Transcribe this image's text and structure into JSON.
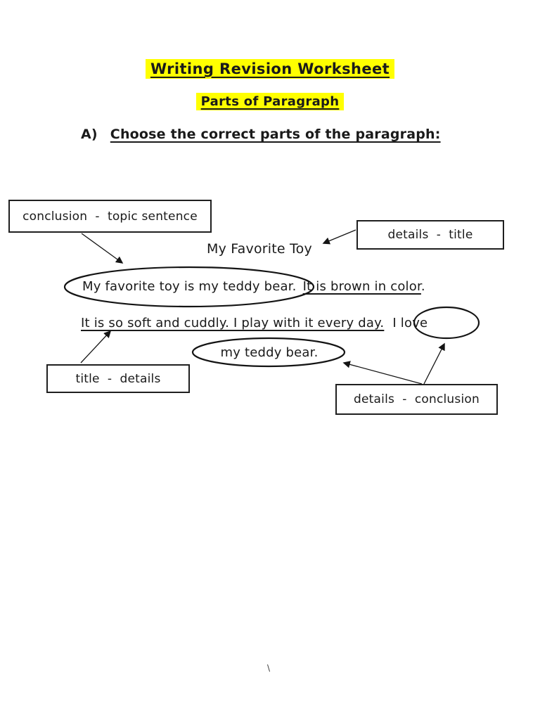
{
  "page": {
    "title": "Writing Revision Worksheet",
    "subtitle": "Parts of Paragraph",
    "section_label": "A)",
    "instruction": "Choose the correct parts of the paragraph:",
    "highlight_color": "#ffff00",
    "footer_mark": "\\"
  },
  "answer_boxes": [
    {
      "label": "conclusion  -  topic sentence"
    },
    {
      "label": "details  -  title"
    },
    {
      "label": "title  -  details"
    },
    {
      "label": "details  -  conclusion"
    }
  ],
  "paragraph": {
    "title_line": "My Favorite Toy",
    "line1_circled": "My favorite toy is my teddy bear.",
    "line1_underlined": "It is brown in color",
    "line1_tail": ".",
    "line2_underlined": "It is so soft and cuddly. I play with it every day.",
    "line2_circled": "I love",
    "line3_circled": "my teddy bear."
  }
}
